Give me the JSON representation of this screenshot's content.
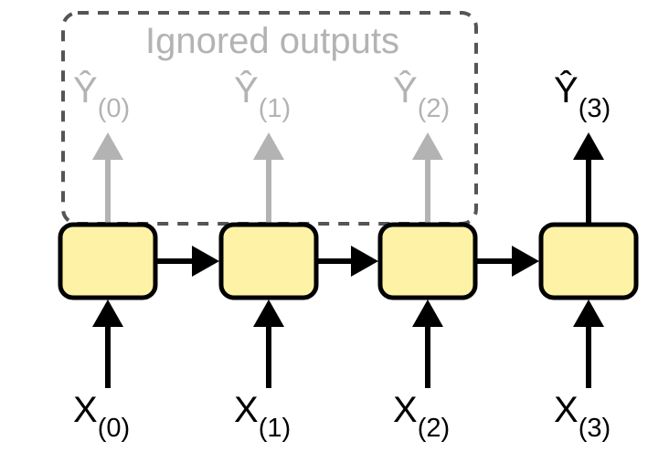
{
  "diagram": {
    "title": "Sequence-to-vector RNN (ignoring all outputs except the last)",
    "ignored_box_label": "Ignored outputs",
    "colors": {
      "cell_fill": "#fdf2a6",
      "cell_stroke": "#000000",
      "ignored": "#b3b3b3",
      "dash": "#555555",
      "arrow": "#000000"
    },
    "cells": [
      {
        "id": "cell-0",
        "input": {
          "base": "X",
          "sub": "(0)"
        },
        "output": {
          "base": "Ŷ",
          "sub": "(0)",
          "ignored": true
        }
      },
      {
        "id": "cell-1",
        "input": {
          "base": "X",
          "sub": "(1)"
        },
        "output": {
          "base": "Ŷ",
          "sub": "(1)",
          "ignored": true
        }
      },
      {
        "id": "cell-2",
        "input": {
          "base": "X",
          "sub": "(2)"
        },
        "output": {
          "base": "Ŷ",
          "sub": "(2)",
          "ignored": true
        }
      },
      {
        "id": "cell-3",
        "input": {
          "base": "X",
          "sub": "(3)"
        },
        "output": {
          "base": "Ŷ",
          "sub": "(3)",
          "ignored": false
        }
      }
    ]
  }
}
